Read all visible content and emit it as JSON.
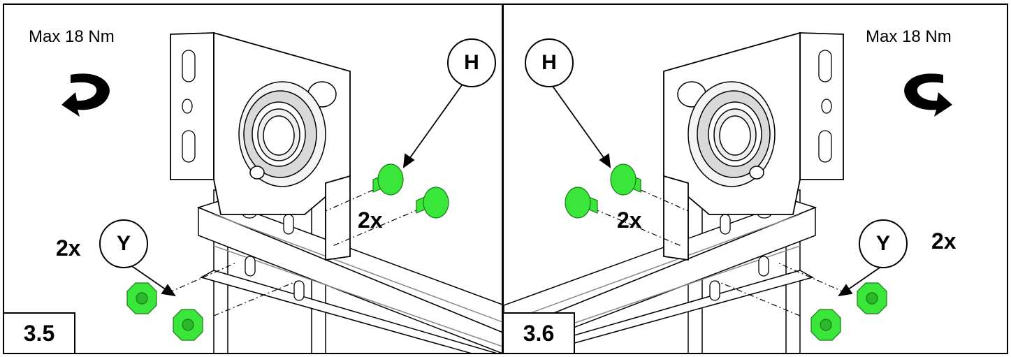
{
  "panels": [
    {
      "step": "3.5",
      "torque": "Max 18 Nm",
      "callout_bolt": "H",
      "callout_nut": "Y",
      "qty_bolt": "2x",
      "qty_nut": "2x"
    },
    {
      "step": "3.6",
      "torque": "Max 18 Nm",
      "callout_bolt": "H",
      "callout_nut": "Y",
      "qty_bolt": "2x",
      "qty_nut": "2x"
    }
  ],
  "colors": {
    "fastener": "#39e639",
    "outline": "#000000",
    "bearing": "#d9d9d9"
  },
  "icons": [
    "rotate-arrow-icon",
    "bolt-icon",
    "nut-icon",
    "bearing-icon"
  ]
}
